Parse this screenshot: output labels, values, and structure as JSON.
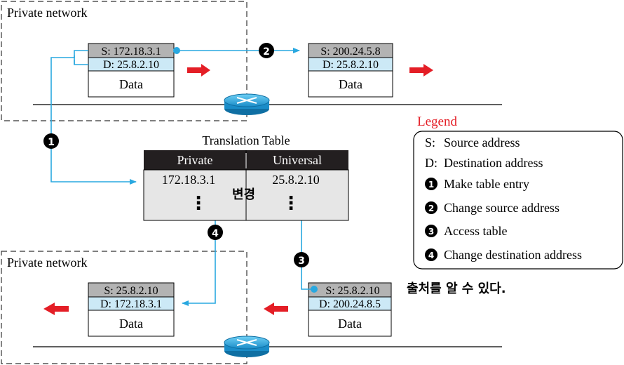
{
  "regions": {
    "top_label": "Private network",
    "bottom_label": "Private network"
  },
  "packets": {
    "outgoing_private": {
      "src": "S: 172.18.3.1",
      "dst": "D: 25.8.2.10",
      "payload": "Data"
    },
    "outgoing_translated": {
      "src": "S: 200.24.5.8",
      "dst": "D: 25.8.2.10",
      "payload": "Data"
    },
    "incoming_translated": {
      "src": "S: 25.8.2.10",
      "dst": "D: 172.18.3.1",
      "payload": "Data"
    },
    "incoming_universal": {
      "src": "S: 25.8.2.10",
      "dst": "D: 200.24.8.5",
      "payload": "Data"
    }
  },
  "table": {
    "title": "Translation Table",
    "headers": [
      "Private",
      "Universal"
    ],
    "row": [
      "172.18.3.1",
      "25.8.2.10"
    ],
    "ellipsis": "⋮",
    "annotation": "변경"
  },
  "steps": {
    "one": "1",
    "two": "2",
    "three": "3",
    "four": "4"
  },
  "legend": {
    "title": "Legend",
    "items": [
      {
        "key": "S:",
        "text": "Source address"
      },
      {
        "key": "D:",
        "text": "Destination address"
      },
      {
        "badge": "1",
        "text": "Make table entry"
      },
      {
        "badge": "2",
        "text": "Change source address"
      },
      {
        "badge": "3",
        "text": "Access table"
      },
      {
        "badge": "4",
        "text": "Change destination address"
      }
    ]
  },
  "note": "출처를 알 수 있다.",
  "colors": {
    "link": "#29a8e0",
    "arrow_red": "#e41e26",
    "legend_title": "#e41e26",
    "header_gray": "#b3b3b3",
    "dst_blue": "#cce9f6",
    "table_bg": "#e6e6e6",
    "table_header": "#231f20"
  }
}
